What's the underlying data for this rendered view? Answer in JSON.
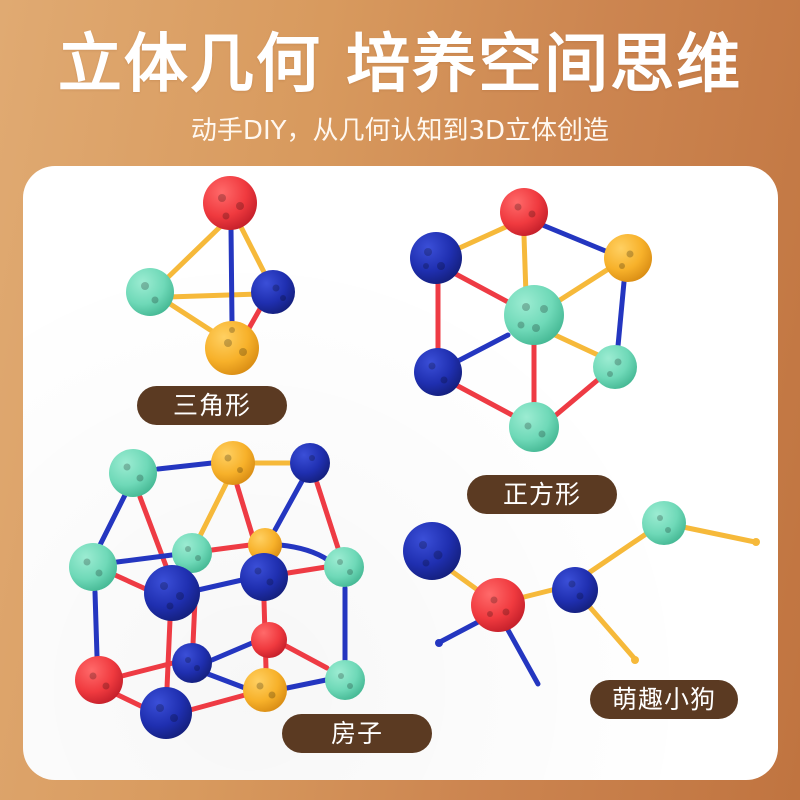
{
  "header": {
    "title": "立体几何 培养空间思维",
    "subtitle": "动手DIY，从几何认知到3D立体创造"
  },
  "colors": {
    "background_left": "#e0aa72",
    "background_right": "#c07440",
    "card": "#ffffff",
    "label_bg": "#5b3a22",
    "label_text": "#ffffff",
    "ball_red": "#f03a3f",
    "ball_blue": "#1f2fb0",
    "ball_teal": "#6fd9b8",
    "ball_yellow": "#f7b12a",
    "rod_red": "#ee3b44",
    "rod_blue": "#2436c0",
    "rod_yellow": "#f6b93a"
  },
  "models": [
    {
      "id": "triangle",
      "label": "三角形"
    },
    {
      "id": "cube",
      "label": "正方形"
    },
    {
      "id": "house",
      "label": "房子"
    },
    {
      "id": "dog",
      "label": "萌趣小狗"
    }
  ]
}
